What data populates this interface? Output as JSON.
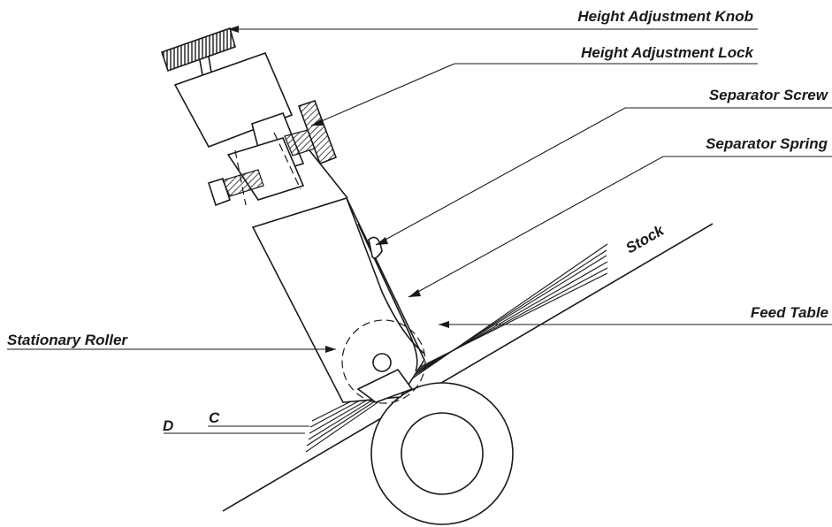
{
  "labels": {
    "height_adjustment_knob": "Height Adjustment Knob",
    "height_adjustment_lock": "Height Adjustment Lock",
    "separator_screw": "Separator Screw",
    "separator_spring": "Separator Spring",
    "stock": "Stock",
    "feed_table": "Feed Table",
    "stationary_roller": "Stationary Roller",
    "d": "D",
    "c": "C"
  },
  "colors": {
    "line": "#1a1a1a",
    "background": "#ffffff"
  }
}
